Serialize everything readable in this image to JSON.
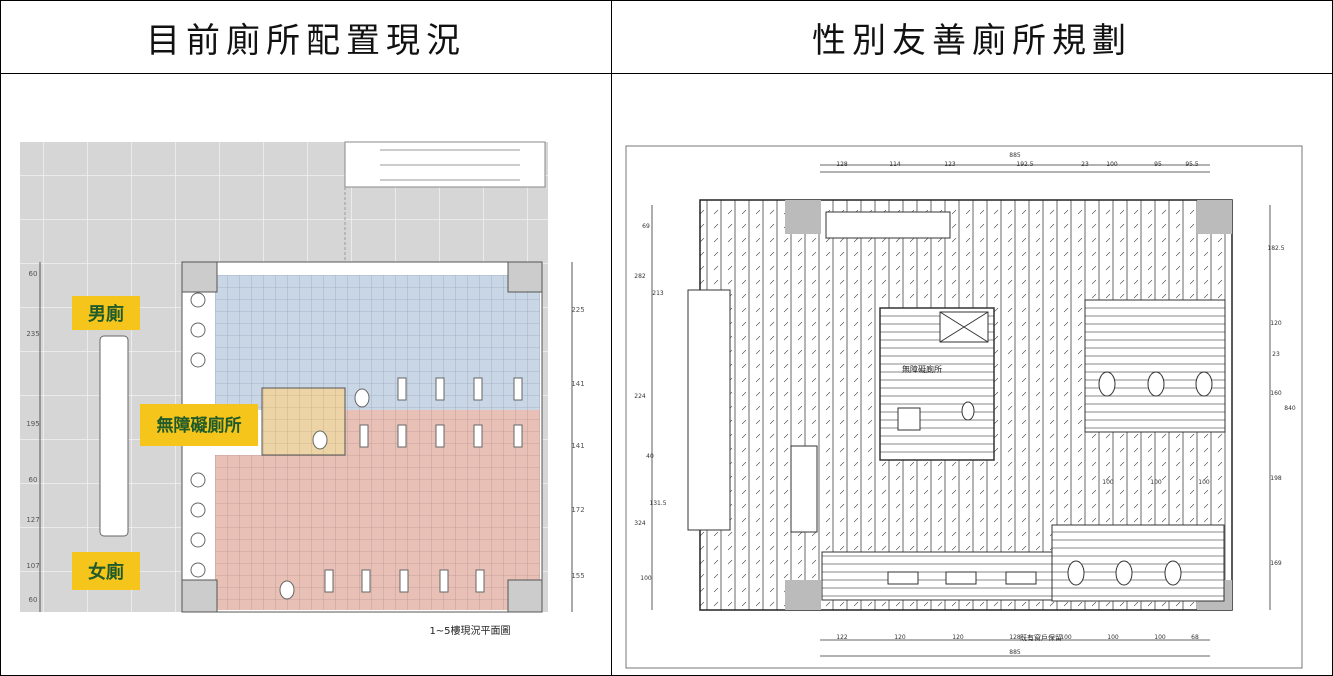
{
  "headers": {
    "current": "目前廁所配置現況",
    "planned": "性別友善廁所規劃"
  },
  "current_plan": {
    "labels": {
      "mens": "男廁",
      "accessible": "無障礙廁所",
      "womens": "女廁"
    },
    "caption": "1~5樓現況平面圖",
    "dims_left": [
      "60",
      "235",
      "195",
      "60",
      "127",
      "107",
      "60"
    ],
    "dims_right": [
      "225",
      "141",
      "141",
      "172",
      "155"
    ],
    "colors": {
      "label_bg": "#f5c51c",
      "label_text": "#1f5a2a",
      "mens_floor": "#c9d6e6",
      "accessible_floor": "#ecd4a6",
      "womens_floor": "#e8c0b6",
      "corridor": "#d9d9d9"
    }
  },
  "planned_plan": {
    "labels": {
      "accessible": "無障礙廁所",
      "window": "既有窗戶保留"
    },
    "dims_top_total": "885",
    "dims_top": [
      "128",
      "114",
      "123",
      "192.5",
      "23",
      "100",
      "95",
      "95.5"
    ],
    "dims_bottom": [
      "122",
      "120",
      "120",
      "128",
      "100",
      "100",
      "100",
      "68"
    ],
    "dims_bottom_total": "885",
    "dims_left": [
      "69",
      "213",
      "282",
      "224",
      "40",
      "131.5",
      "324",
      "100"
    ],
    "dims_right": [
      "182.5",
      "120",
      "23",
      "160",
      "198",
      "169"
    ],
    "dims_right_total": "840",
    "stall_widths": [
      "100",
      "100",
      "100"
    ]
  }
}
